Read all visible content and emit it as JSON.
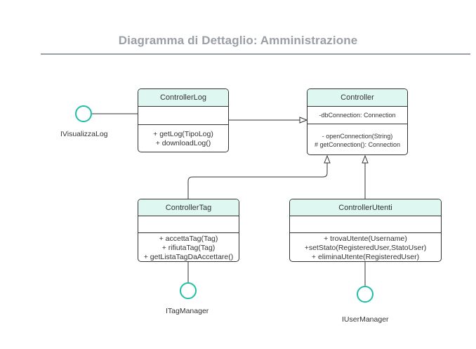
{
  "title": "Diagramma di Dettaglio: Amministrazione",
  "colors": {
    "header_fill": "#dff7f1",
    "interface": "#1fbfa5",
    "line": "#333333",
    "title": "#9aa0a6"
  },
  "classes": {
    "controller_log": {
      "name": "ControllerLog",
      "attributes": [],
      "methods": [
        "+ getLog(TipoLog)",
        "+ downloadLog()"
      ]
    },
    "controller": {
      "name": "Controller",
      "attributes": [
        "-dbConnection: Connection"
      ],
      "methods": [
        "- openConnection(String)",
        "# getConnection(): Connection"
      ]
    },
    "controller_tag": {
      "name": "ControllerTag",
      "attributes": [],
      "methods": [
        "+ accettaTag(Tag)",
        "+ rifiutaTag(Tag)",
        "+ getListaTagDaAccettare()"
      ]
    },
    "controller_utenti": {
      "name": "ControllerUtenti",
      "attributes": [],
      "methods": [
        "+ trovaUtente(Username)",
        "+setStato(RegisteredUser,StatoUser)",
        "+ eliminaUtente(RegisteredUser)"
      ]
    }
  },
  "interfaces": {
    "visualizza_log": "IVisualizzaLog",
    "tag_manager": "ITagManager",
    "user_manager": "IUserManager"
  }
}
